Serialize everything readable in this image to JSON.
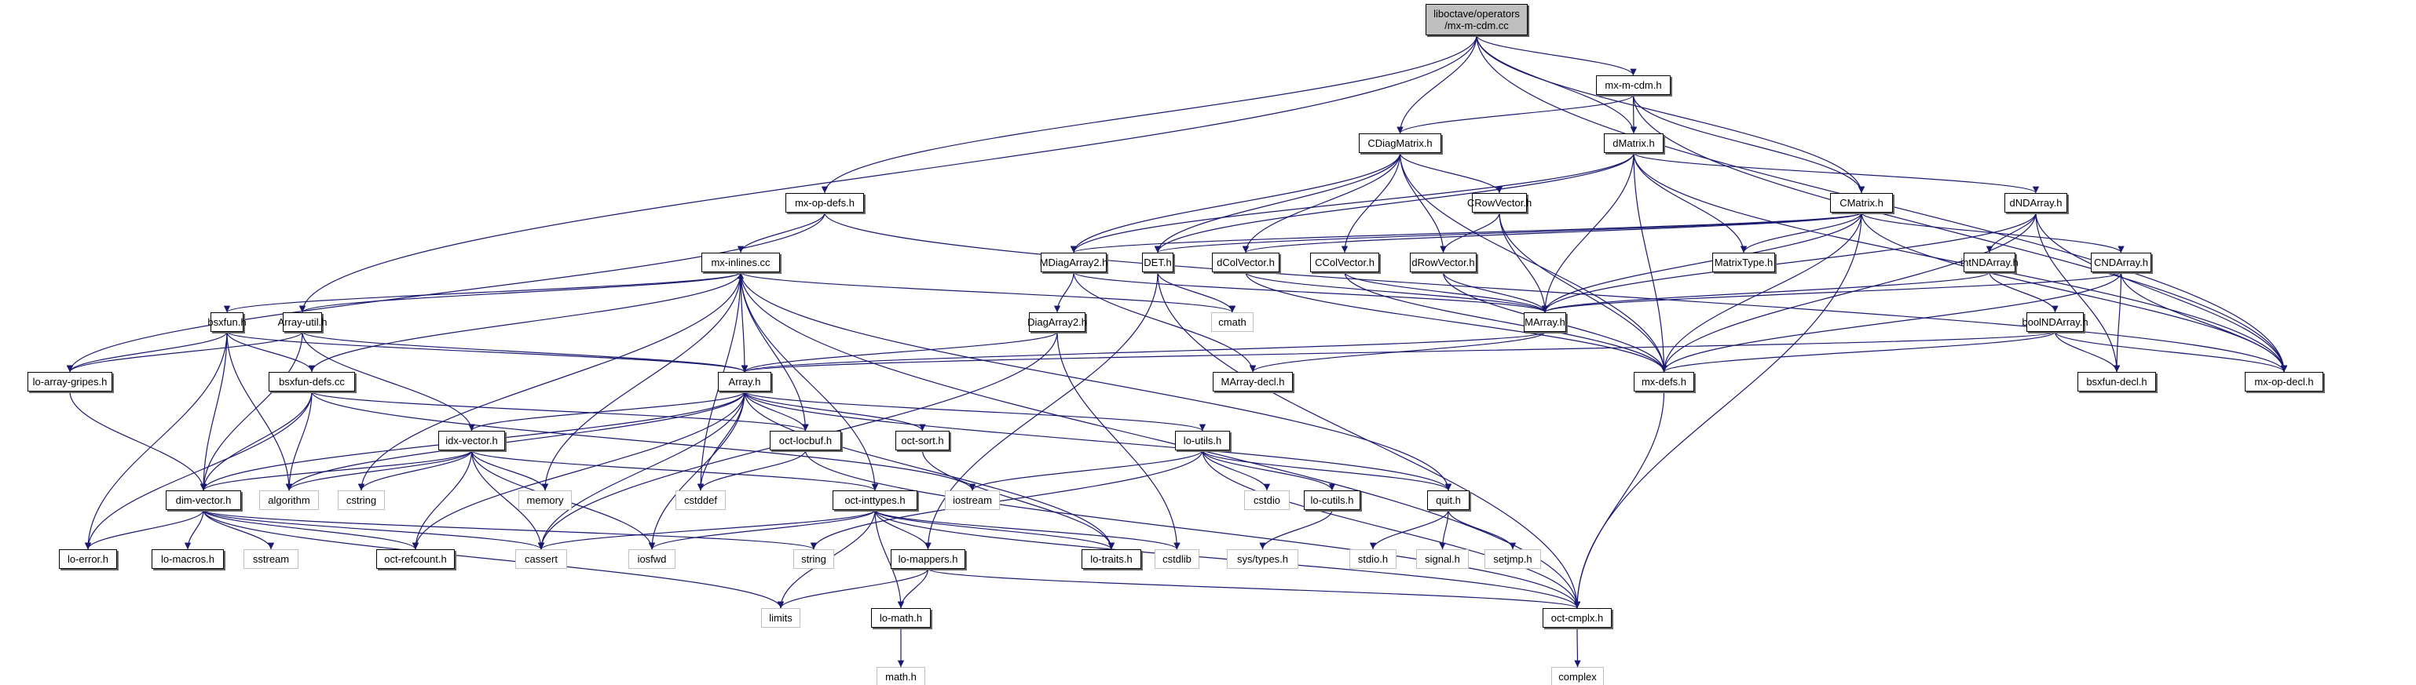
{
  "title": "Include dependency graph for liboctave/operators/mx-m-cdm.cc",
  "colors": {
    "edge": "#191970",
    "node_border": "#000000",
    "external_border": "#bfbfbf",
    "root_fill": "#bfbfbf"
  },
  "nodes": [
    {
      "id": "root",
      "label": "liboctave/operators\n/mx-m-cdm.cc",
      "kind": "root"
    },
    {
      "id": "mx-m-cdm.h",
      "label": "mx-m-cdm.h",
      "kind": "file"
    },
    {
      "id": "CDiagMatrix.h",
      "label": "CDiagMatrix.h",
      "kind": "file"
    },
    {
      "id": "dMatrix.h",
      "label": "dMatrix.h",
      "kind": "file"
    },
    {
      "id": "mx-op-defs.h",
      "label": "mx-op-defs.h",
      "kind": "file"
    },
    {
      "id": "CRowVector.h",
      "label": "CRowVector.h",
      "kind": "file"
    },
    {
      "id": "CMatrix.h",
      "label": "CMatrix.h",
      "kind": "file"
    },
    {
      "id": "dNDArray.h",
      "label": "dNDArray.h",
      "kind": "file"
    },
    {
      "id": "mx-inlines.cc",
      "label": "mx-inlines.cc",
      "kind": "file"
    },
    {
      "id": "MDiagArray2.h",
      "label": "MDiagArray2.h",
      "kind": "file"
    },
    {
      "id": "DET.h",
      "label": "DET.h",
      "kind": "file"
    },
    {
      "id": "dColVector.h",
      "label": "dColVector.h",
      "kind": "file"
    },
    {
      "id": "CColVector.h",
      "label": "CColVector.h",
      "kind": "file"
    },
    {
      "id": "dRowVector.h",
      "label": "dRowVector.h",
      "kind": "file"
    },
    {
      "id": "MatrixType.h",
      "label": "MatrixType.h",
      "kind": "file"
    },
    {
      "id": "intNDArray.h",
      "label": "intNDArray.h",
      "kind": "file"
    },
    {
      "id": "CNDArray.h",
      "label": "CNDArray.h",
      "kind": "file"
    },
    {
      "id": "bsxfun.h",
      "label": "bsxfun.h",
      "kind": "file"
    },
    {
      "id": "Array-util.h",
      "label": "Array-util.h",
      "kind": "file"
    },
    {
      "id": "DiagArray2.h",
      "label": "DiagArray2.h",
      "kind": "file"
    },
    {
      "id": "cmath",
      "label": "cmath",
      "kind": "external"
    },
    {
      "id": "MArray.h",
      "label": "MArray.h",
      "kind": "file"
    },
    {
      "id": "boolNDArray.h",
      "label": "boolNDArray.h",
      "kind": "file"
    },
    {
      "id": "lo-array-gripes.h",
      "label": "lo-array-gripes.h",
      "kind": "file"
    },
    {
      "id": "bsxfun-defs.cc",
      "label": "bsxfun-defs.cc",
      "kind": "file"
    },
    {
      "id": "Array.h",
      "label": "Array.h",
      "kind": "file"
    },
    {
      "id": "MArray-decl.h",
      "label": "MArray-decl.h",
      "kind": "file"
    },
    {
      "id": "mx-defs.h",
      "label": "mx-defs.h",
      "kind": "file"
    },
    {
      "id": "bsxfun-decl.h",
      "label": "bsxfun-decl.h",
      "kind": "file"
    },
    {
      "id": "mx-op-decl.h",
      "label": "mx-op-decl.h",
      "kind": "file"
    },
    {
      "id": "idx-vector.h",
      "label": "idx-vector.h",
      "kind": "file"
    },
    {
      "id": "oct-locbuf.h",
      "label": "oct-locbuf.h",
      "kind": "file"
    },
    {
      "id": "oct-sort.h",
      "label": "oct-sort.h",
      "kind": "file"
    },
    {
      "id": "lo-utils.h",
      "label": "lo-utils.h",
      "kind": "file"
    },
    {
      "id": "dim-vector.h",
      "label": "dim-vector.h",
      "kind": "file"
    },
    {
      "id": "algorithm",
      "label": "algorithm",
      "kind": "external"
    },
    {
      "id": "cstring",
      "label": "cstring",
      "kind": "external"
    },
    {
      "id": "memory",
      "label": "memory",
      "kind": "external"
    },
    {
      "id": "cstddef",
      "label": "cstddef",
      "kind": "external"
    },
    {
      "id": "oct-inttypes.h",
      "label": "oct-inttypes.h",
      "kind": "file"
    },
    {
      "id": "iostream",
      "label": "iostream",
      "kind": "external"
    },
    {
      "id": "cstdio",
      "label": "cstdio",
      "kind": "external"
    },
    {
      "id": "lo-cutils.h",
      "label": "lo-cutils.h",
      "kind": "file"
    },
    {
      "id": "quit.h",
      "label": "quit.h",
      "kind": "file"
    },
    {
      "id": "lo-error.h",
      "label": "lo-error.h",
      "kind": "file"
    },
    {
      "id": "lo-macros.h",
      "label": "lo-macros.h",
      "kind": "file"
    },
    {
      "id": "sstream",
      "label": "sstream",
      "kind": "external"
    },
    {
      "id": "oct-refcount.h",
      "label": "oct-refcount.h",
      "kind": "file"
    },
    {
      "id": "cassert",
      "label": "cassert",
      "kind": "external"
    },
    {
      "id": "iosfwd",
      "label": "iosfwd",
      "kind": "external"
    },
    {
      "id": "string",
      "label": "string",
      "kind": "external"
    },
    {
      "id": "lo-mappers.h",
      "label": "lo-mappers.h",
      "kind": "file"
    },
    {
      "id": "lo-traits.h",
      "label": "lo-traits.h",
      "kind": "file"
    },
    {
      "id": "cstdlib",
      "label": "cstdlib",
      "kind": "external"
    },
    {
      "id": "sys/types.h",
      "label": "sys/types.h",
      "kind": "external"
    },
    {
      "id": "stdio.h",
      "label": "stdio.h",
      "kind": "external"
    },
    {
      "id": "signal.h",
      "label": "signal.h",
      "kind": "external"
    },
    {
      "id": "setjmp.h",
      "label": "setjmp.h",
      "kind": "external"
    },
    {
      "id": "limits",
      "label": "limits",
      "kind": "external"
    },
    {
      "id": "lo-math.h",
      "label": "lo-math.h",
      "kind": "file"
    },
    {
      "id": "oct-cmplx.h",
      "label": "oct-cmplx.h",
      "kind": "file"
    },
    {
      "id": "math.h",
      "label": "math.h",
      "kind": "external"
    },
    {
      "id": "complex",
      "label": "complex",
      "kind": "external"
    }
  ],
  "edges": [
    [
      "root",
      "mx-m-cdm.h"
    ],
    [
      "root",
      "CDiagMatrix.h"
    ],
    [
      "root",
      "dMatrix.h"
    ],
    [
      "root",
      "mx-op-defs.h"
    ],
    [
      "root",
      "CMatrix.h"
    ],
    [
      "root",
      "Array-util.h"
    ],
    [
      "root",
      "mx-op-decl.h"
    ],
    [
      "mx-m-cdm.h",
      "CDiagMatrix.h"
    ],
    [
      "mx-m-cdm.h",
      "dMatrix.h"
    ],
    [
      "mx-m-cdm.h",
      "CMatrix.h"
    ],
    [
      "mx-m-cdm.h",
      "mx-op-decl.h"
    ],
    [
      "CDiagMatrix.h",
      "MDiagArray2.h"
    ],
    [
      "CDiagMatrix.h",
      "DET.h"
    ],
    [
      "CDiagMatrix.h",
      "dColVector.h"
    ],
    [
      "CDiagMatrix.h",
      "CColVector.h"
    ],
    [
      "CDiagMatrix.h",
      "dRowVector.h"
    ],
    [
      "CDiagMatrix.h",
      "CRowVector.h"
    ],
    [
      "CDiagMatrix.h",
      "mx-defs.h"
    ],
    [
      "dMatrix.h",
      "MDiagArray2.h"
    ],
    [
      "dMatrix.h",
      "DET.h"
    ],
    [
      "dMatrix.h",
      "MArray.h"
    ],
    [
      "dMatrix.h",
      "mx-defs.h"
    ],
    [
      "dMatrix.h",
      "MatrixType.h"
    ],
    [
      "dMatrix.h",
      "dNDArray.h"
    ],
    [
      "dMatrix.h",
      "mx-op-decl.h"
    ],
    [
      "mx-op-defs.h",
      "mx-inlines.cc"
    ],
    [
      "mx-op-defs.h",
      "lo-array-gripes.h"
    ],
    [
      "mx-op-defs.h",
      "mx-op-decl.h"
    ],
    [
      "CRowVector.h",
      "dRowVector.h"
    ],
    [
      "CRowVector.h",
      "MArray.h"
    ],
    [
      "CRowVector.h",
      "mx-defs.h"
    ],
    [
      "CMatrix.h",
      "MDiagArray2.h"
    ],
    [
      "CMatrix.h",
      "DET.h"
    ],
    [
      "CMatrix.h",
      "dColVector.h"
    ],
    [
      "CMatrix.h",
      "MArray.h"
    ],
    [
      "CMatrix.h",
      "mx-defs.h"
    ],
    [
      "CMatrix.h",
      "MatrixType.h"
    ],
    [
      "CMatrix.h",
      "CNDArray.h"
    ],
    [
      "CMatrix.h",
      "mx-op-decl.h"
    ],
    [
      "CMatrix.h",
      "oct-cmplx.h"
    ],
    [
      "dNDArray.h",
      "intNDArray.h"
    ],
    [
      "dNDArray.h",
      "MArray.h"
    ],
    [
      "dNDArray.h",
      "mx-defs.h"
    ],
    [
      "dNDArray.h",
      "bsxfun-decl.h"
    ],
    [
      "dNDArray.h",
      "mx-op-decl.h"
    ],
    [
      "mx-inlines.cc",
      "bsxfun.h"
    ],
    [
      "mx-inlines.cc",
      "Array-util.h"
    ],
    [
      "mx-inlines.cc",
      "Array.h"
    ],
    [
      "mx-inlines.cc",
      "cmath"
    ],
    [
      "mx-inlines.cc",
      "cstddef"
    ],
    [
      "mx-inlines.cc",
      "cstring"
    ],
    [
      "mx-inlines.cc",
      "memory"
    ],
    [
      "mx-inlines.cc",
      "oct-locbuf.h"
    ],
    [
      "mx-inlines.cc",
      "oct-inttypes.h"
    ],
    [
      "mx-inlines.cc",
      "quit.h"
    ],
    [
      "mx-inlines.cc",
      "oct-cmplx.h"
    ],
    [
      "MDiagArray2.h",
      "DiagArray2.h"
    ],
    [
      "MDiagArray2.h",
      "MArray.h"
    ],
    [
      "MDiagArray2.h",
      "MArray-decl.h"
    ],
    [
      "DET.h",
      "cmath"
    ],
    [
      "DET.h",
      "lo-mappers.h"
    ],
    [
      "DET.h",
      "oct-cmplx.h"
    ],
    [
      "dColVector.h",
      "MArray.h"
    ],
    [
      "dColVector.h",
      "mx-defs.h"
    ],
    [
      "CColVector.h",
      "MArray.h"
    ],
    [
      "CColVector.h",
      "mx-defs.h"
    ],
    [
      "dRowVector.h",
      "MArray.h"
    ],
    [
      "dRowVector.h",
      "mx-defs.h"
    ],
    [
      "intNDArray.h",
      "MArray.h"
    ],
    [
      "intNDArray.h",
      "boolNDArray.h"
    ],
    [
      "CNDArray.h",
      "MArray.h"
    ],
    [
      "CNDArray.h",
      "mx-defs.h"
    ],
    [
      "CNDArray.h",
      "bsxfun-decl.h"
    ],
    [
      "CNDArray.h",
      "mx-op-decl.h"
    ],
    [
      "bsxfun.h",
      "Array.h"
    ],
    [
      "bsxfun.h",
      "dim-vector.h"
    ],
    [
      "bsxfun.h",
      "bsxfun-defs.cc"
    ],
    [
      "bsxfun.h",
      "lo-error.h"
    ],
    [
      "bsxfun.h",
      "algorithm"
    ],
    [
      "bsxfun.h",
      "lo-array-gripes.h"
    ],
    [
      "Array-util.h",
      "Array.h"
    ],
    [
      "Array-util.h",
      "dim-vector.h"
    ],
    [
      "Array-util.h",
      "idx-vector.h"
    ],
    [
      "Array-util.h",
      "lo-array-gripes.h"
    ],
    [
      "DiagArray2.h",
      "Array.h"
    ],
    [
      "DiagArray2.h",
      "cassert"
    ],
    [
      "DiagArray2.h",
      "cstdlib"
    ],
    [
      "MArray.h",
      "Array.h"
    ],
    [
      "MArray.h",
      "MArray-decl.h"
    ],
    [
      "boolNDArray.h",
      "Array.h"
    ],
    [
      "boolNDArray.h",
      "mx-defs.h"
    ],
    [
      "boolNDArray.h",
      "bsxfun-decl.h"
    ],
    [
      "boolNDArray.h",
      "mx-op-decl.h"
    ],
    [
      "lo-array-gripes.h",
      "dim-vector.h"
    ],
    [
      "bsxfun-defs.cc",
      "mx-inlines.cc"
    ],
    [
      "bsxfun-defs.cc",
      "dim-vector.h"
    ],
    [
      "bsxfun-defs.cc",
      "oct-locbuf.h"
    ],
    [
      "bsxfun-defs.cc",
      "algorithm"
    ],
    [
      "bsxfun-defs.cc",
      "iostream"
    ],
    [
      "bsxfun-defs.cc",
      "lo-error.h"
    ],
    [
      "Array.h",
      "idx-vector.h"
    ],
    [
      "Array.h",
      "dim-vector.h"
    ],
    [
      "Array.h",
      "oct-locbuf.h"
    ],
    [
      "Array.h",
      "oct-sort.h"
    ],
    [
      "Array.h",
      "lo-utils.h"
    ],
    [
      "Array.h",
      "cassert"
    ],
    [
      "Array.h",
      "cstddef"
    ],
    [
      "Array.h",
      "algorithm"
    ],
    [
      "Array.h",
      "iosfwd"
    ],
    [
      "Array.h",
      "oct-refcount.h"
    ],
    [
      "Array.h",
      "lo-traits.h"
    ],
    [
      "Array.h",
      "quit.h"
    ],
    [
      "mx-defs.h",
      "oct-cmplx.h"
    ],
    [
      "idx-vector.h",
      "dim-vector.h"
    ],
    [
      "idx-vector.h",
      "algorithm"
    ],
    [
      "idx-vector.h",
      "cstring"
    ],
    [
      "idx-vector.h",
      "memory"
    ],
    [
      "idx-vector.h",
      "oct-inttypes.h"
    ],
    [
      "idx-vector.h",
      "oct-refcount.h"
    ],
    [
      "idx-vector.h",
      "cassert"
    ],
    [
      "idx-vector.h",
      "iosfwd"
    ],
    [
      "oct-locbuf.h",
      "cstddef"
    ],
    [
      "oct-locbuf.h",
      "oct-cmplx.h"
    ],
    [
      "oct-sort.h",
      "lo-traits.h"
    ],
    [
      "lo-utils.h",
      "iostream"
    ],
    [
      "lo-utils.h",
      "string"
    ],
    [
      "lo-utils.h",
      "cstdio"
    ],
    [
      "lo-utils.h",
      "lo-cutils.h"
    ],
    [
      "lo-utils.h",
      "quit.h"
    ],
    [
      "lo-utils.h",
      "oct-cmplx.h"
    ],
    [
      "dim-vector.h",
      "lo-error.h"
    ],
    [
      "dim-vector.h",
      "lo-macros.h"
    ],
    [
      "dim-vector.h",
      "sstream"
    ],
    [
      "dim-vector.h",
      "oct-refcount.h"
    ],
    [
      "dim-vector.h",
      "cassert"
    ],
    [
      "dim-vector.h",
      "string"
    ],
    [
      "dim-vector.h",
      "limits"
    ],
    [
      "oct-inttypes.h",
      "cassert"
    ],
    [
      "oct-inttypes.h",
      "iosfwd"
    ],
    [
      "oct-inttypes.h",
      "limits"
    ],
    [
      "oct-inttypes.h",
      "lo-mappers.h"
    ],
    [
      "oct-inttypes.h",
      "lo-math.h"
    ],
    [
      "oct-inttypes.h",
      "lo-traits.h"
    ],
    [
      "oct-inttypes.h",
      "cstdlib"
    ],
    [
      "oct-inttypes.h",
      "oct-cmplx.h"
    ],
    [
      "lo-cutils.h",
      "sys/types.h"
    ],
    [
      "quit.h",
      "stdio.h"
    ],
    [
      "quit.h",
      "signal.h"
    ],
    [
      "quit.h",
      "setjmp.h"
    ],
    [
      "lo-mappers.h",
      "lo-math.h"
    ],
    [
      "lo-mappers.h",
      "limits"
    ],
    [
      "lo-mappers.h",
      "oct-cmplx.h"
    ],
    [
      "lo-math.h",
      "math.h"
    ],
    [
      "oct-cmplx.h",
      "complex"
    ]
  ]
}
